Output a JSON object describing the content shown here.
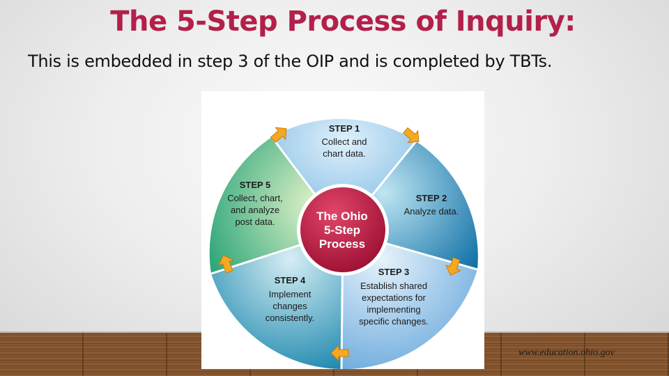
{
  "slide": {
    "title": "The 5-Step Process of Inquiry:",
    "subtitle": "This is embedded in step 3 of the OIP and is completed by TBTs.",
    "source": "www.education.ohio.gov"
  },
  "diagram": {
    "center": [
      "The Ohio",
      "5-Step",
      "Process"
    ],
    "steps": [
      {
        "heading": "STEP 1",
        "lines": [
          "Collect and",
          "chart data."
        ]
      },
      {
        "heading": "STEP 2",
        "lines": [
          "Analyze data."
        ]
      },
      {
        "heading": "STEP 3",
        "lines": [
          "Establish shared",
          "expectations for",
          "implementing",
          "specific changes."
        ]
      },
      {
        "heading": "STEP 4",
        "lines": [
          "Implement",
          "changes",
          "consistently."
        ]
      },
      {
        "heading": "STEP 5",
        "lines": [
          "Collect, chart,",
          "and analyze",
          "post data."
        ]
      }
    ],
    "colors": {
      "title": "#b3204a",
      "center": "#b0163a",
      "arrow": "#f7a823",
      "step1": "#9fcde9",
      "step2": "#1f86b8",
      "step3": "#7fb8e3",
      "step4": "#1e93b3",
      "step5": "#8cc65a"
    }
  }
}
